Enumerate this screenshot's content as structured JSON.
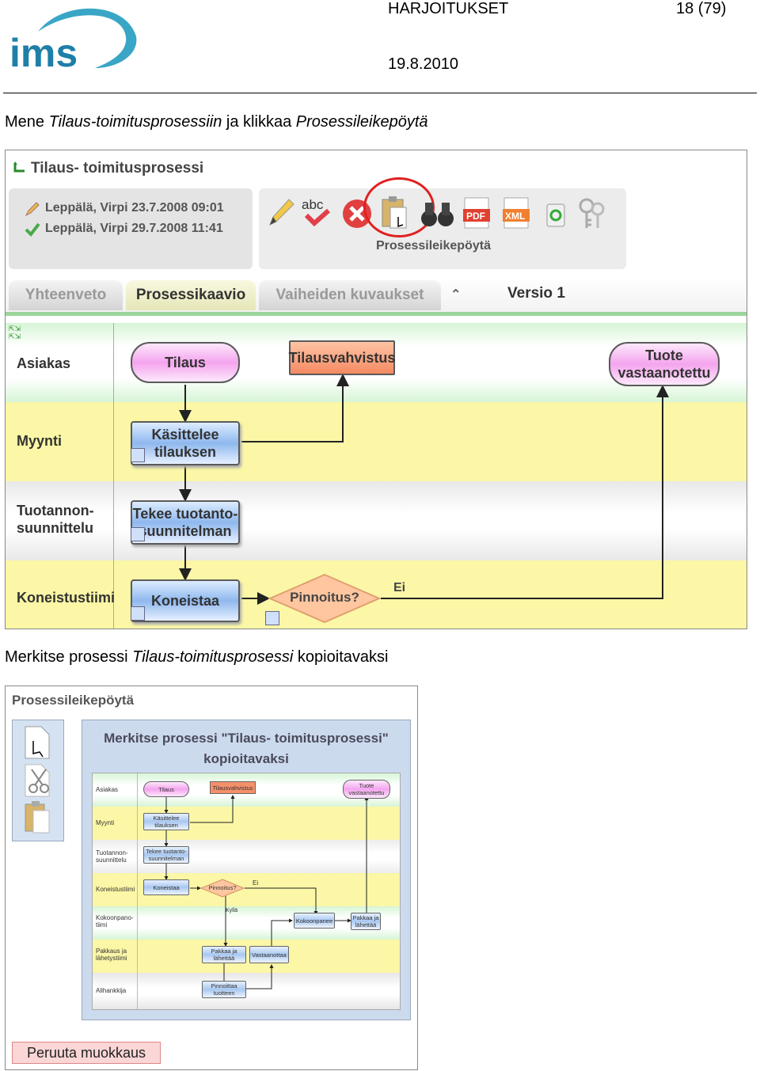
{
  "header": {
    "logo_text": "ims",
    "doc_title": "HARJOITUKSET",
    "page_number": "18 (79)",
    "date": "19.8.2010"
  },
  "instruction1": {
    "prefix": "Mene ",
    "process_name": "Tilaus-toimitusprosessiin",
    "middle": " ja klikkaa ",
    "target": "Prosessileikepöytä"
  },
  "instruction2": {
    "prefix": "Merkitse prosessi ",
    "process_name": "Tilaus-toimitusprosessi",
    "suffix": " kopioitavaksi"
  },
  "screenshot1": {
    "title": "Tilaus- toimitusprosessi",
    "meta": [
      {
        "icon": "pencil-icon",
        "text": "Leppälä, Virpi 23.7.2008 09:01"
      },
      {
        "icon": "check-icon",
        "text": "Leppälä, Virpi 29.7.2008 11:41"
      }
    ],
    "toolbar": {
      "icons": [
        "edit-pencil-icon",
        "spellcheck-icon",
        "delete-icon",
        "clipboard-icon",
        "binoculars-icon",
        "pdf-icon",
        "xml-icon",
        "recycle-icon",
        "keys-icon"
      ],
      "pdf_label": "PDF",
      "xml_label": "XML",
      "spell_label": "abc",
      "hover_label": "Prosessileikepöytä"
    },
    "tabs": [
      {
        "label": "Yhteenveto",
        "active": false
      },
      {
        "label": "Prosessikaavio",
        "active": true
      },
      {
        "label": "Vaiheiden kuvaukset",
        "active": false
      }
    ],
    "version": "Versio 1",
    "lanes": [
      "Asiakas",
      "Myynti",
      "Tuotannon-\nsuunnittelu",
      "Koneistustiimi"
    ],
    "nodes": {
      "tilaus": "Tilaus",
      "tilausvahvistus": "Tilausvahvistus",
      "tuote": "Tuote\nvastaanotettu",
      "kasittelee": "Käsittelee\ntilauksen",
      "tekee": "Tekee tuotanto-\nsuunnitelman",
      "koneistaa": "Koneistaa",
      "pinnoitus": "Pinnoitus?",
      "ei": "Ei"
    }
  },
  "screenshot2": {
    "title": "Prosessileikepöytä",
    "panel_heading": "Merkitse prosessi \"Tilaus- toimitusprosessi\"\nkopioitavaksi",
    "side_icons": [
      "copy-icon",
      "cut-icon",
      "paste-icon"
    ],
    "lanes": [
      "Asiakas",
      "Myynti",
      "Tuotannon-\nsuunnittelu",
      "Koneistustiimi",
      "Kokoonpano-\ntiimi",
      "Pakkaus ja\nlähetystiimi",
      "Alihankkija"
    ],
    "nodes": {
      "tilaus": "Tilaus",
      "tilausvahvistus": "Tilausvahvistus",
      "tuote": "Tuote\nvastaanotettu",
      "kasittelee": "Käsittelee\ntilauksen",
      "tekee": "Tekee tuotanto-\nsuunnitelman",
      "koneistaa": "Koneistaa",
      "pinnoitus": "Pinnoitus?",
      "ei": "Ei",
      "kylla": "Kyllä",
      "kokoonpanee": "Kokoonpanee",
      "pakkaa1": "Pakkaa ja\nlähettää",
      "pakkaa2": "Pakkaa ja\nlähettää",
      "vastaanottaa": "Vastaanottaa",
      "pinnoittaa": "Pinnoittaa\ntuotteen"
    },
    "cancel_button": "Peruuta muokkaus"
  }
}
